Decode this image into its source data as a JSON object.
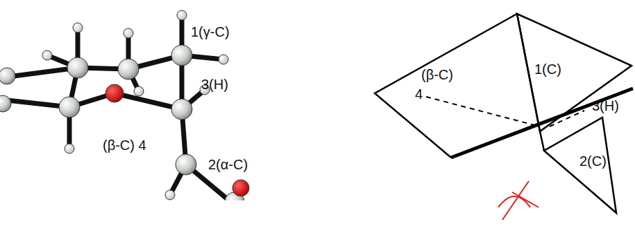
{
  "diagram": {
    "labels": [
      "1(γ-C)",
      "3(H)",
      "(β-C) 4",
      "2(α-C)",
      "(β-C)",
      "4",
      "1(C)",
      "3(H)",
      "2(C)"
    ]
  }
}
